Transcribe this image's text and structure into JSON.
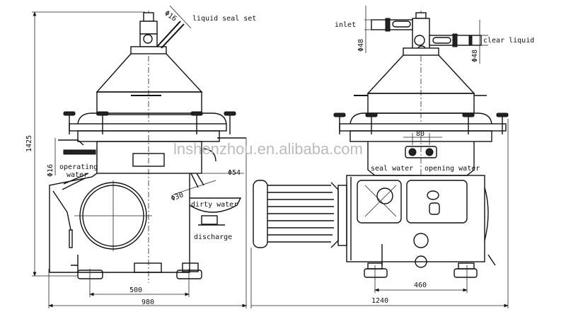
{
  "watermark": "lnshenzhou.en.alibaba.com",
  "side_view": {
    "labels": {
      "liquid_seal_dia": "Φ16",
      "liquid_seal": "liquid seal set",
      "height": "1425",
      "operating_water_dia": "Φ16",
      "operating_water_1": "operating",
      "operating_water_2": "water",
      "dia54": "Φ54",
      "dia30": "Φ30",
      "dirty_water": "dirty water",
      "discharge": "discharge",
      "width_500": "500",
      "width_980": "980"
    }
  },
  "front_view": {
    "labels": {
      "inlet": "inlet",
      "inlet_dia": "Φ48",
      "clear_liquid": "clear liquid",
      "clear_liquid_dia": "Φ48",
      "spacing_80": "80",
      "seal_water": "seal water",
      "opening_water": "opening water",
      "width_460": "460",
      "width_1240": "1240"
    }
  }
}
